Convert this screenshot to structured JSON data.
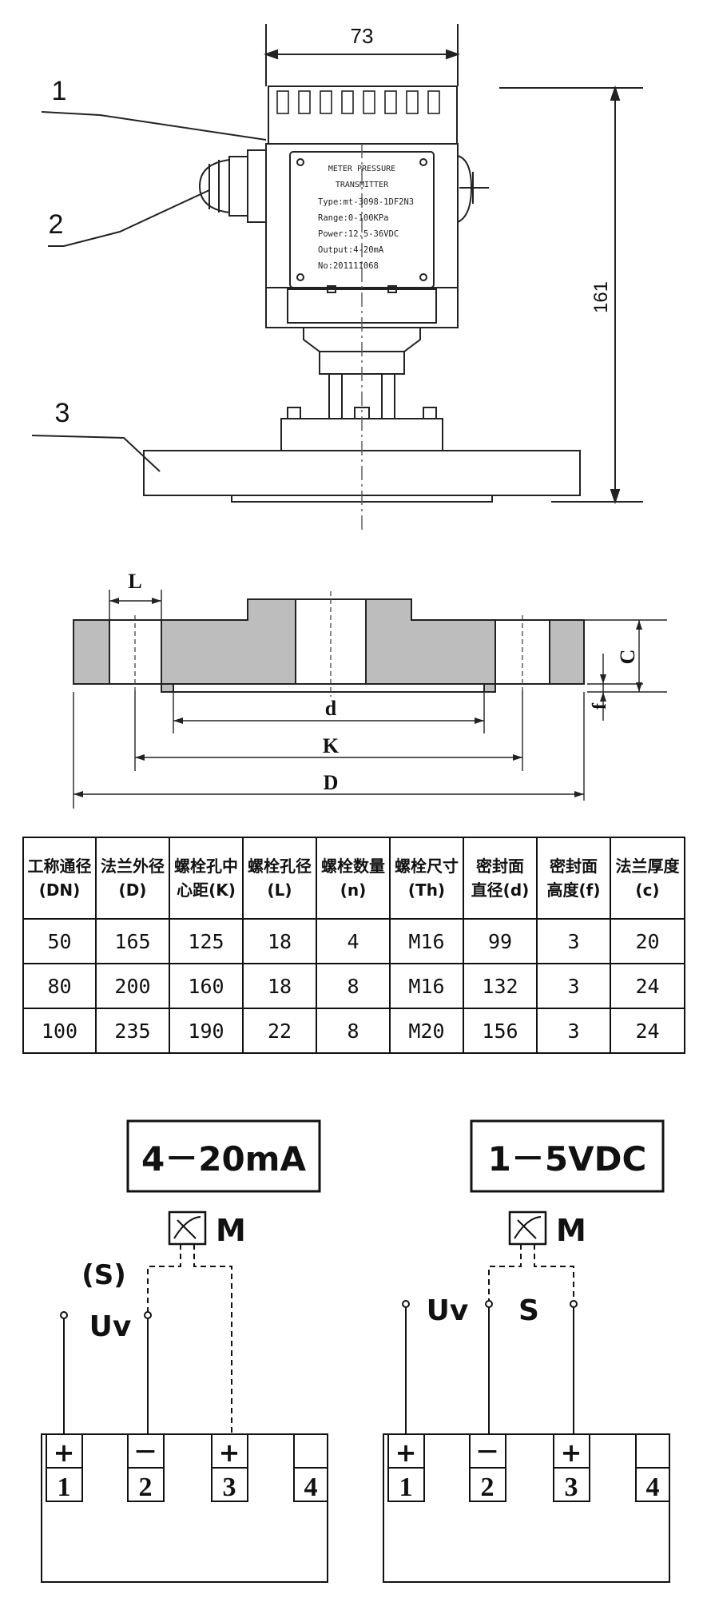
{
  "top_drawing": {
    "width_dim": "73",
    "height_dim": "161",
    "callouts": [
      "1",
      "2",
      "3"
    ],
    "nameplate": [
      "METER PRESSURE",
      "TRANSMITTER",
      "Type:mt-3098-1DF2N3",
      "Range:0-100KPa",
      "Power:12.5-36VDC",
      "Output:4-20mA",
      "No:201111068"
    ]
  },
  "flange_drawing": {
    "L": "L",
    "C": "C",
    "f": "f",
    "d": "d",
    "K": "K",
    "D": "D"
  },
  "table": {
    "headers": [
      [
        "工称通径",
        "(DN)"
      ],
      [
        "法兰外径",
        "(D)"
      ],
      [
        "螺栓孔中",
        "心距(K)"
      ],
      [
        "螺栓孔径",
        "(L)"
      ],
      [
        "螺栓数量",
        "(n)"
      ],
      [
        "螺栓尺寸",
        "(Th)"
      ],
      [
        "密封面",
        "直径(d)"
      ],
      [
        "密封面",
        "高度(f)"
      ],
      [
        "法兰厚度",
        "(c)"
      ]
    ],
    "rows": [
      [
        "50",
        "165",
        "125",
        "18",
        "4",
        "M16",
        "99",
        "3",
        "20"
      ],
      [
        "80",
        "200",
        "160",
        "18",
        "8",
        "M16",
        "132",
        "3",
        "24"
      ],
      [
        "100",
        "235",
        "190",
        "22",
        "8",
        "M20",
        "156",
        "3",
        "24"
      ]
    ]
  },
  "wiring": {
    "left": {
      "title": "4－20mA",
      "meter": "M",
      "s_label": "(S)",
      "uv_label": "Uv"
    },
    "right": {
      "title": "1－5VDC",
      "meter": "M",
      "s_label": "S",
      "uv_label": "Uv"
    },
    "terminals": [
      {
        "sign": "+",
        "num": "1"
      },
      {
        "sign": "－",
        "num": "2"
      },
      {
        "sign": "+",
        "num": "3"
      },
      {
        "sign": "",
        "num": "4"
      }
    ]
  }
}
